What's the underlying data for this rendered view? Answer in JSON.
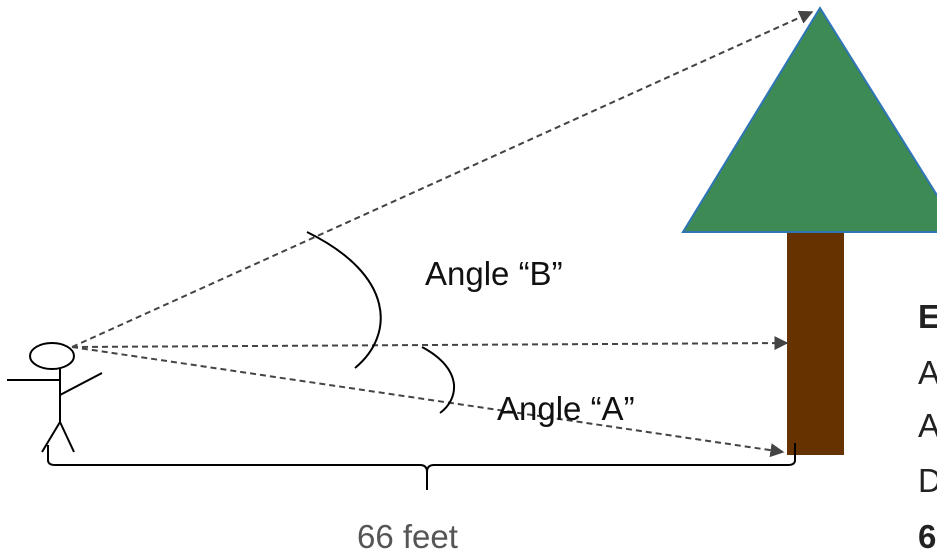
{
  "labels": {
    "angle_b": "Angle “B”",
    "angle_a": "Angle “A”",
    "distance": "66 feet"
  },
  "side_text": {
    "line1": "E",
    "line2": "A",
    "line3": "A",
    "line4": "D",
    "line5": "6"
  },
  "colors": {
    "canopy": "#3e8a55",
    "canopy_stroke": "#2e75b6",
    "trunk": "#663300",
    "line": "#000000",
    "dashed": "#444444"
  }
}
